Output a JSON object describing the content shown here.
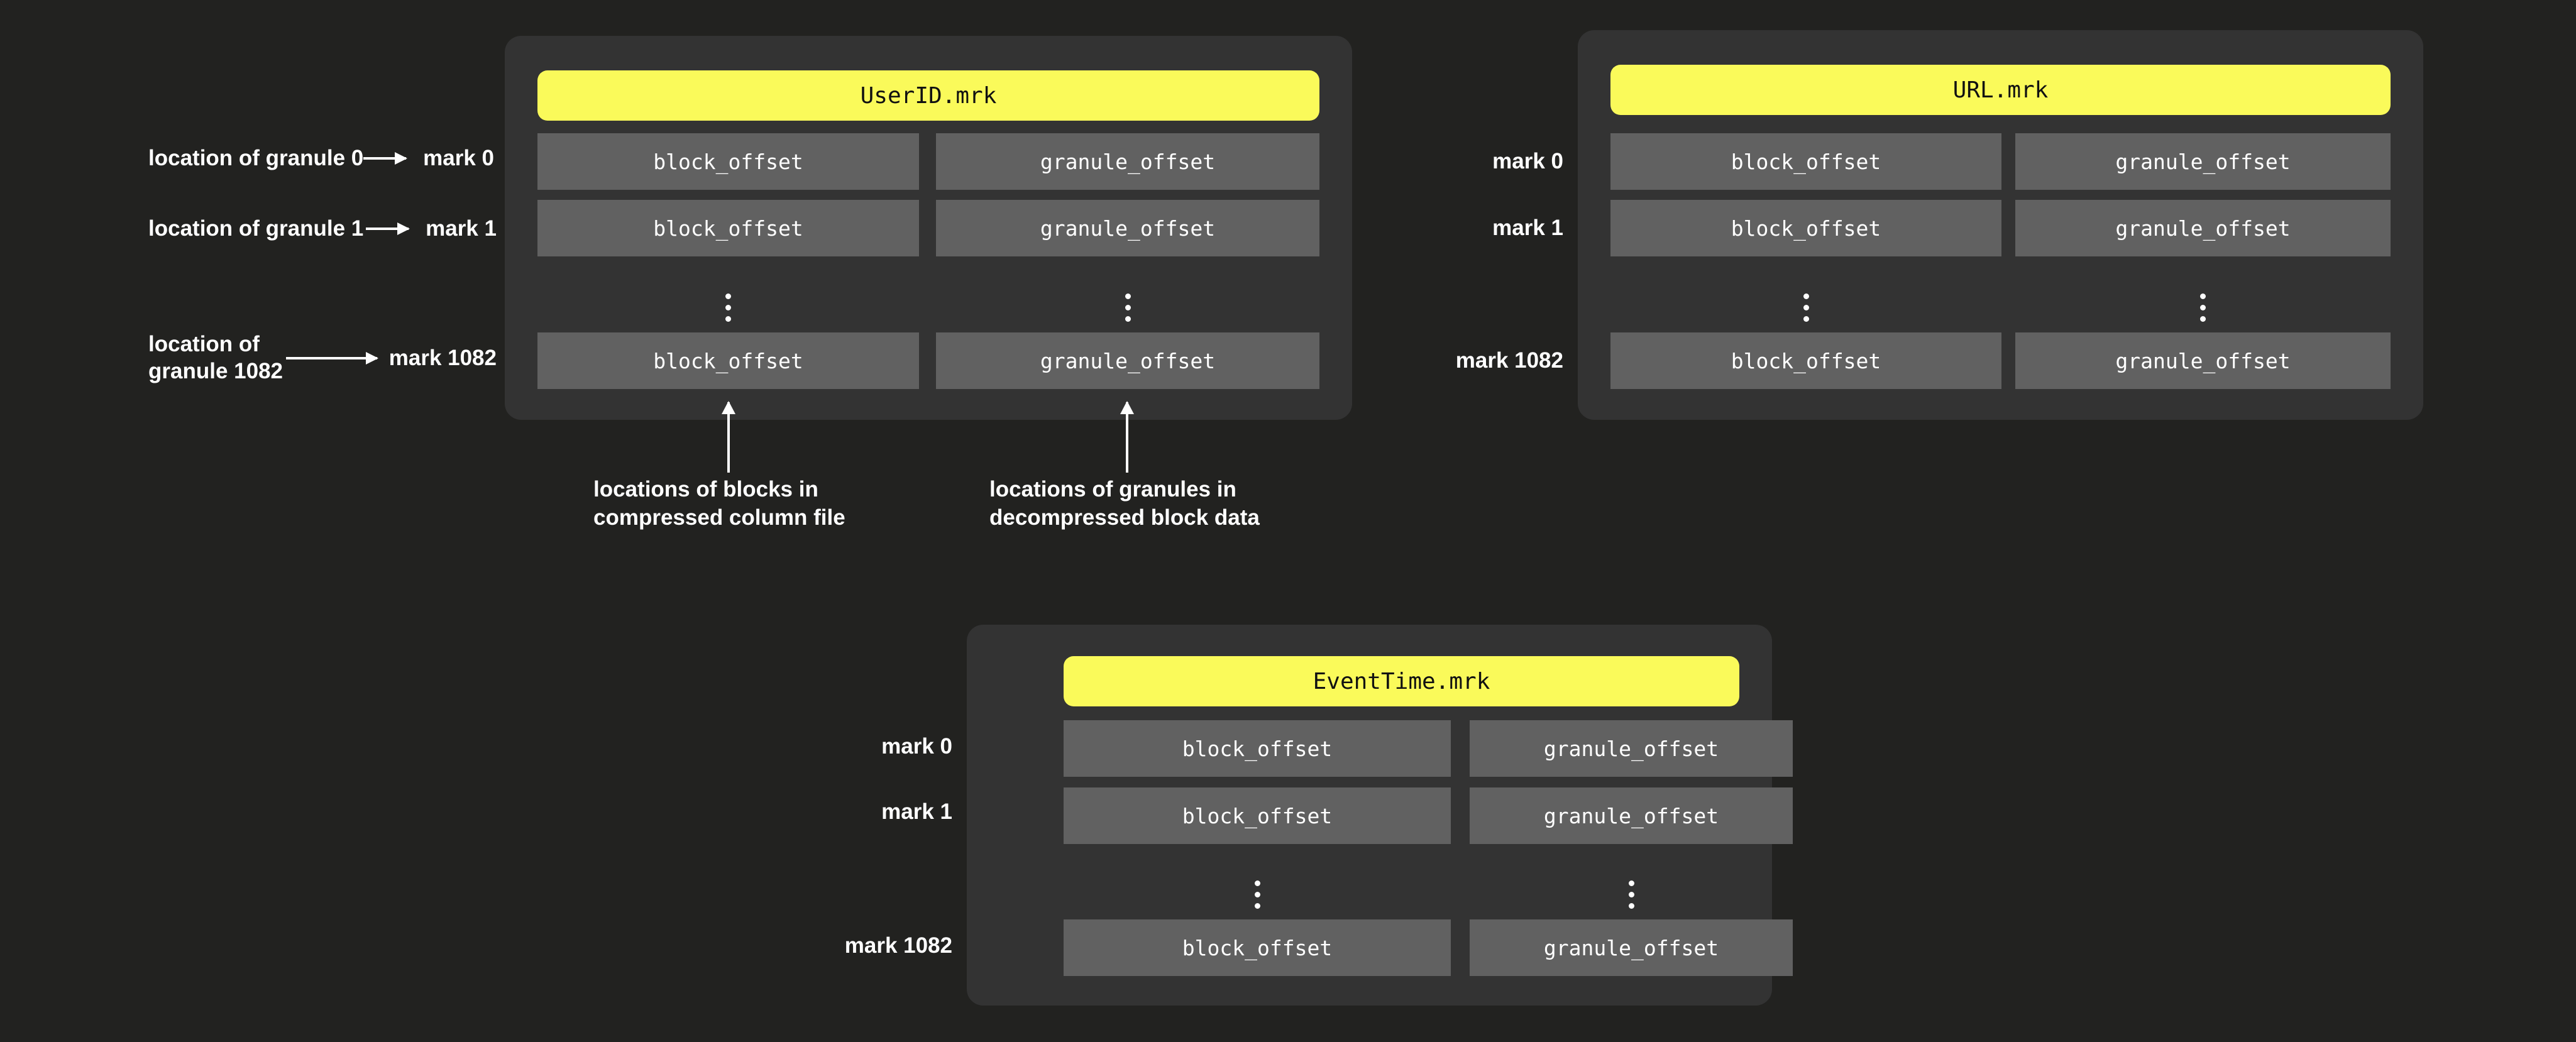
{
  "colors": {
    "background": "#222220",
    "card_background": "#333333",
    "title_badge": "#FAFA5A",
    "cell": "#616161",
    "text": "#FFFFFF",
    "title_text": "#111111"
  },
  "cards": [
    {
      "id": "userid",
      "title": "UserID.mrk",
      "column_labels": [
        "block_offset",
        "granule_offset"
      ],
      "rows": [
        {
          "mark": "mark 0",
          "cells": [
            "block_offset",
            "granule_offset"
          ]
        },
        {
          "mark": "mark 1",
          "cells": [
            "block_offset",
            "granule_offset"
          ]
        },
        {
          "mark": "",
          "cells": [
            "⋮",
            "⋮"
          ]
        },
        {
          "mark": "mark 1082",
          "cells": [
            "block_offset",
            "granule_offset"
          ]
        }
      ]
    },
    {
      "id": "url",
      "title": "URL.mrk",
      "column_labels": [
        "block_offset",
        "granule_offset"
      ],
      "rows": [
        {
          "mark": "mark 0",
          "cells": [
            "block_offset",
            "granule_offset"
          ]
        },
        {
          "mark": "mark 1",
          "cells": [
            "block_offset",
            "granule_offset"
          ]
        },
        {
          "mark": "",
          "cells": [
            "⋮",
            "⋮"
          ]
        },
        {
          "mark": "mark 1082",
          "cells": [
            "block_offset",
            "granule_offset"
          ]
        }
      ]
    },
    {
      "id": "eventtime",
      "title": "EventTime.mrk",
      "column_labels": [
        "block_offset",
        "granule_offset"
      ],
      "rows": [
        {
          "mark": "mark 0",
          "cells": [
            "block_offset",
            "granule_offset"
          ]
        },
        {
          "mark": "mark 1",
          "cells": [
            "block_offset",
            "granule_offset"
          ]
        },
        {
          "mark": "",
          "cells": [
            "⋮",
            "⋮"
          ]
        },
        {
          "mark": "mark 1082",
          "cells": [
            "block_offset",
            "granule_offset"
          ]
        }
      ]
    }
  ],
  "granule_mappings": [
    {
      "source": "location of granule 0",
      "target": "mark 0"
    },
    {
      "source": "location of granule 1",
      "target": "mark 1"
    },
    {
      "source": "location of\ngranule 1082",
      "target": "mark 1082"
    }
  ],
  "captions": [
    "locations of blocks in\ncompressed column file",
    "locations of granules in\ndecompressed block data"
  ]
}
